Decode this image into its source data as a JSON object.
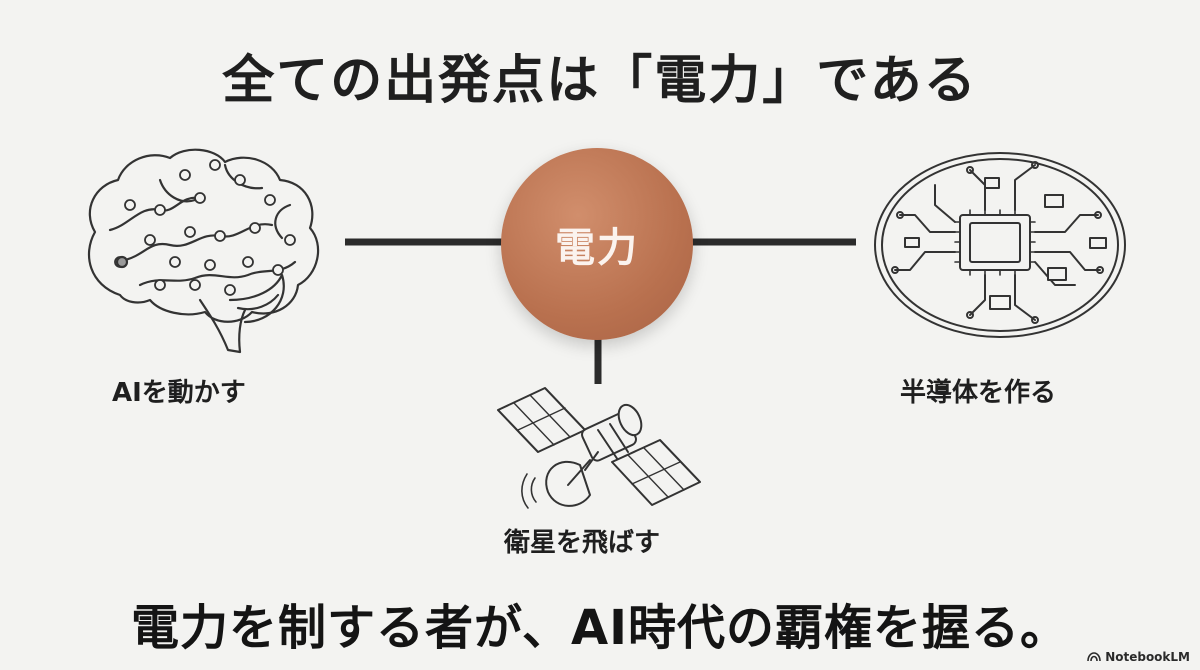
{
  "title": "全ての出発点は「電力」である",
  "hub": {
    "label": "電力",
    "color": "#b9714f"
  },
  "nodes": [
    {
      "label": "AIを動かす",
      "icon": "brain-icon"
    },
    {
      "label": "半導体を作る",
      "icon": "circuit-chip-icon"
    },
    {
      "label": "衛星を飛ばす",
      "icon": "satellite-icon"
    }
  ],
  "footer": "電力を制する者が、AI時代の覇権を握る。",
  "brand": {
    "name": "NotebookLM",
    "icon": "notebooklm-logo-icon"
  }
}
